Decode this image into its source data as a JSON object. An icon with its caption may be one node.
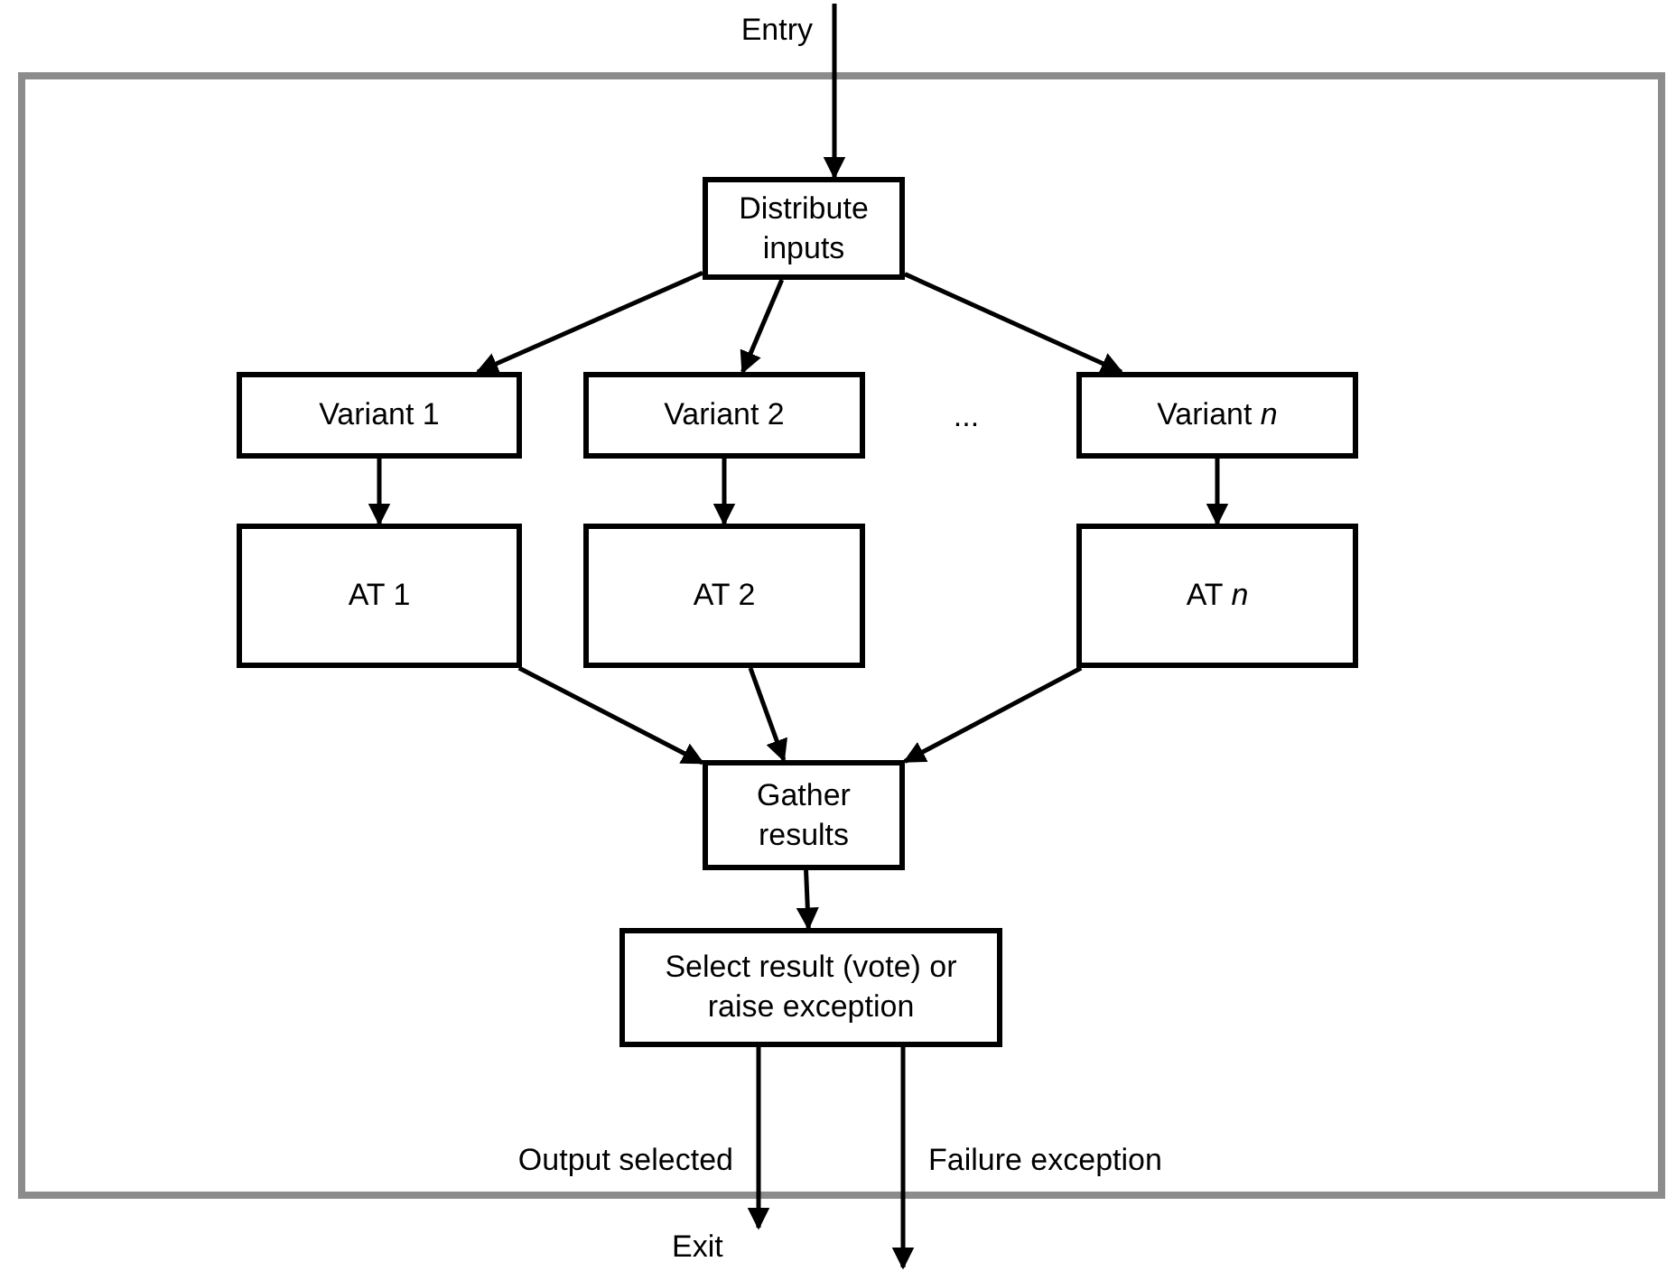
{
  "diagram": {
    "nodes": [
      {
        "text": [],
        "shape": "box"
      },
      {
        "text": [
          "Distribute inputs"
        ],
        "in": 0
      },
      {
        "text": [
          "Variant 1"
        ],
        "in": 0
      },
      {
        "text": [
          "Variant 2"
        ],
        "in": 0
      },
      {
        "text": [
          "Variant *n*"
        ],
        "in": 0
      },
      {
        "text": [
          "AT 1"
        ],
        "in": 0
      },
      {
        "text": [
          "AT 2"
        ],
        "in": 0
      },
      {
        "text": [
          "AT *n*"
        ],
        "in": 0
      },
      {
        "text": [
          "Gather results"
        ],
        "in": 0
      },
      {
        "text": [
          "Select result (vote) or raise exception"
        ],
        "in": 0
      },
      {
        "text": [
          "Exit"
        ]
      }
    ],
    "edges": [
      {
        "from": null,
        "to": 1,
        "arrow": "to",
        "label": "Entry"
      },
      {
        "from": 1,
        "to": 2,
        "arrow": "to"
      },
      {
        "from": 1,
        "to": 3,
        "arrow": "to"
      },
      {
        "from": 1,
        "to": 4,
        "arrow": "to"
      },
      {
        "from": 2,
        "to": 5,
        "arrow": "to"
      },
      {
        "from": 3,
        "to": 6,
        "arrow": "to"
      },
      {
        "from": 4,
        "to": 7,
        "arrow": "to"
      },
      {
        "from": 5,
        "to": 8,
        "arrow": "to"
      },
      {
        "from": 6,
        "to": 8,
        "arrow": "to"
      },
      {
        "from": 7,
        "to": 8,
        "arrow": "to"
      },
      {
        "from": 8,
        "to": 9,
        "arrow": "to"
      },
      {
        "from": 9,
        "to": 10,
        "arrow": "to",
        "label": "Output selected"
      },
      {
        "from": 9,
        "to": null,
        "arrow": "to",
        "label": "Failure exception"
      }
    ],
    "labels": [
      "..."
    ]
  }
}
